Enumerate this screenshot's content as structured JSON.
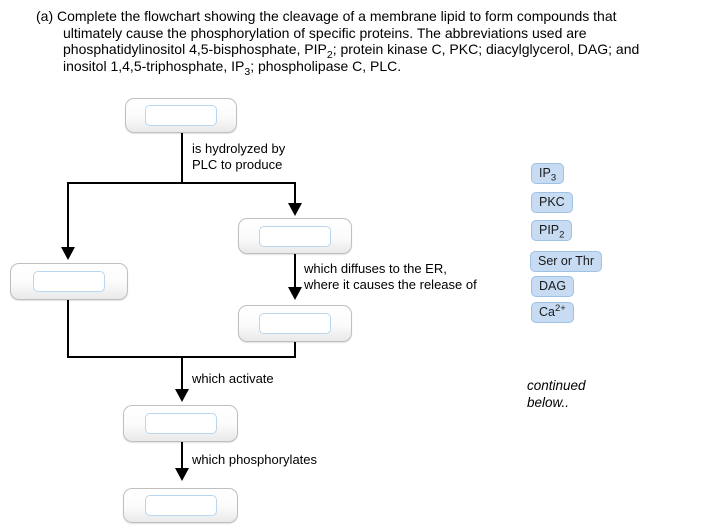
{
  "question": {
    "segments": [
      {
        "t": "(a) Complete the flowchart showing the cleavage of a membrane lipid to form compounds that"
      },
      {
        "style": "br"
      },
      {
        "t": "ultimately cause the phosphorylation of specific proteins. The abbreviations used are"
      },
      {
        "style": "br"
      },
      {
        "t": "phosphatidylinositol 4,5-bisphosphate, PIP"
      },
      {
        "t": "2",
        "style": "sub"
      },
      {
        "t": "; protein kinase C, PKC; diacylglycerol, DAG; and"
      },
      {
        "style": "br"
      },
      {
        "t": "inositol 1,4,5-triphosphate, IP"
      },
      {
        "t": "3",
        "style": "sub"
      },
      {
        "t": "; phospholipase C, PLC."
      }
    ]
  },
  "flowchart": {
    "labels": {
      "hydrolyzed": "is hydrolyzed by\nPLC to produce",
      "diffuses": "which diffuses to the ER,\nwhere it causes the release of",
      "activate": "which activate",
      "phosphorylates": "which phosphorylates"
    }
  },
  "answer_bank": {
    "items": [
      {
        "id": "ip3",
        "segments": [
          {
            "t": "IP"
          },
          {
            "t": "3",
            "style": "sub"
          }
        ]
      },
      {
        "id": "pkc",
        "segments": [
          {
            "t": "PKC"
          }
        ]
      },
      {
        "id": "pip2",
        "segments": [
          {
            "t": "PIP"
          },
          {
            "t": "2",
            "style": "sub"
          }
        ]
      },
      {
        "id": "ser-or-thr",
        "segments": [
          {
            "t": "Ser or Thr"
          }
        ]
      },
      {
        "id": "dag",
        "segments": [
          {
            "t": "DAG"
          }
        ]
      },
      {
        "id": "ca2plus",
        "segments": [
          {
            "t": "Ca"
          },
          {
            "t": "2+",
            "style": "sup"
          }
        ]
      }
    ]
  },
  "note": "continued\nbelow..",
  "colors": {
    "chip_bg": "#c7dbf2",
    "chip_border": "#9fc2e4",
    "input_border": "#b9d6ee",
    "line": "#000000",
    "box_border": "#bfbfbf"
  }
}
